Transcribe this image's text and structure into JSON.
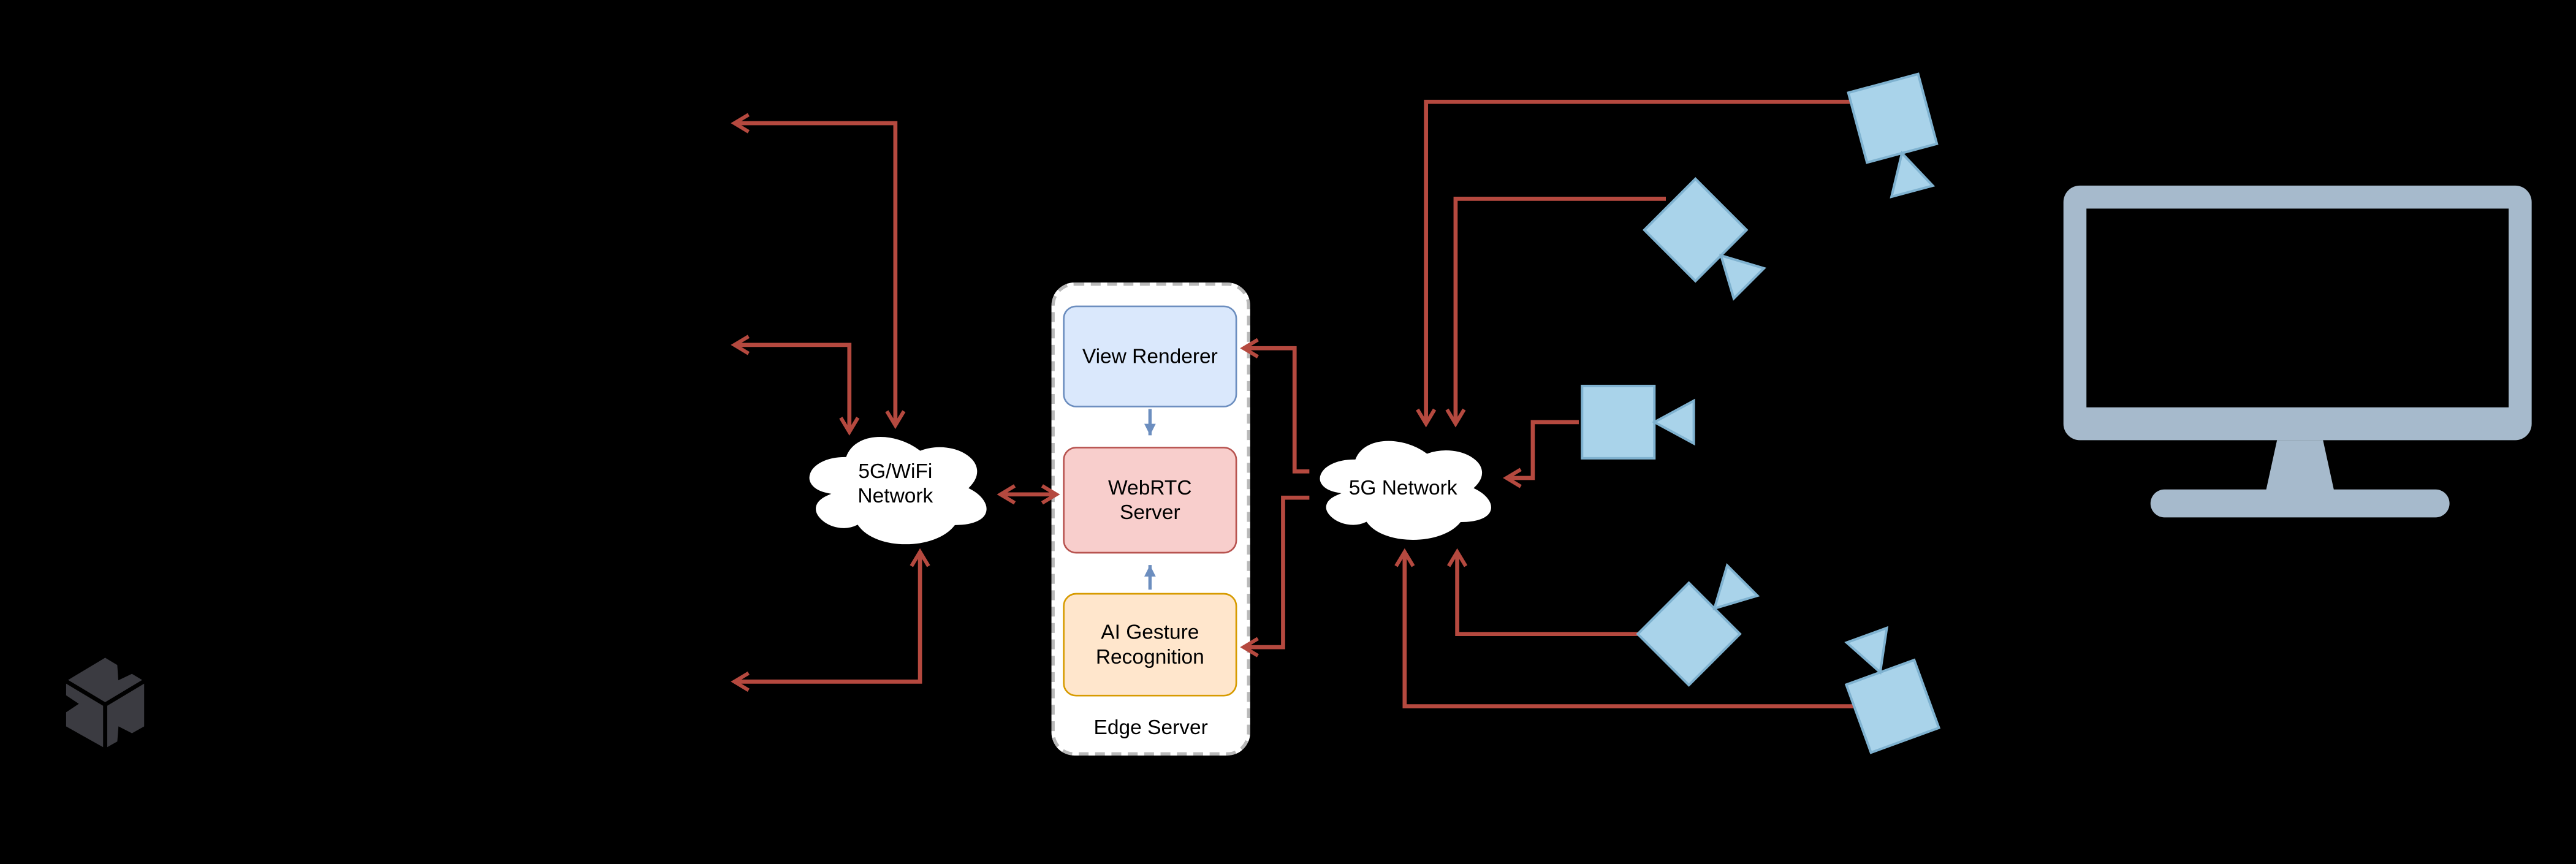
{
  "background": "#000000",
  "edge_server": {
    "label": "Edge Server",
    "components": [
      {
        "id": "view_renderer",
        "label": "View Renderer",
        "fill": "#dae8fc",
        "stroke": "#6c8ebf"
      },
      {
        "id": "webrtc_server",
        "label": "WebRTC Server",
        "fill": "#f8cecc",
        "stroke": "#b85450"
      },
      {
        "id": "ai_gesture_recognition",
        "label": "AI Gesture Recognition",
        "fill": "#ffe6cc",
        "stroke": "#d79b00"
      }
    ]
  },
  "clouds": [
    {
      "id": "wifi_cloud",
      "label": "5G/WiFi Network",
      "fill": "#ffffff"
    },
    {
      "id": "g5_cloud",
      "label": "5G Network",
      "fill": "#ffffff"
    }
  ],
  "icons": {
    "cameras": {
      "name": "video-camera-icon",
      "count": 5,
      "fill": "#a9d3ea"
    },
    "monitor": {
      "name": "tv-monitor-icon",
      "fill": "#a6bacc",
      "screen": "#000000"
    },
    "unity": {
      "name": "unity-logo-icon",
      "fill": "#3b3b41"
    }
  },
  "arrows": {
    "red_color": "#b5493f",
    "blue_color": "#6c8ebf",
    "connections": [
      {
        "from": "device-top-left",
        "to": "wifi-cloud",
        "bidirectional": true,
        "color": "red"
      },
      {
        "from": "device-mid-left",
        "to": "wifi-cloud",
        "bidirectional": true,
        "color": "red"
      },
      {
        "from": "device-bottom-left",
        "to": "wifi-cloud",
        "bidirectional": true,
        "color": "red"
      },
      {
        "from": "wifi-cloud",
        "to": "webrtc-server",
        "bidirectional": true,
        "color": "red"
      },
      {
        "from": "5g-cloud",
        "to": "view-renderer",
        "bidirectional": false,
        "color": "red"
      },
      {
        "from": "5g-cloud",
        "to": "ai-gesture-recognition",
        "bidirectional": false,
        "color": "red"
      },
      {
        "from": "camera-1",
        "to": "5g-cloud",
        "bidirectional": false,
        "color": "red"
      },
      {
        "from": "camera-2",
        "to": "5g-cloud",
        "bidirectional": false,
        "color": "red"
      },
      {
        "from": "camera-3",
        "to": "5g-cloud",
        "bidirectional": false,
        "color": "red"
      },
      {
        "from": "camera-4",
        "to": "5g-cloud",
        "bidirectional": false,
        "color": "red"
      },
      {
        "from": "camera-5",
        "to": "5g-cloud",
        "bidirectional": false,
        "color": "red"
      },
      {
        "from": "view-renderer",
        "to": "webrtc-server",
        "bidirectional": false,
        "color": "blue"
      },
      {
        "from": "ai-gesture-recognition",
        "to": "webrtc-server",
        "bidirectional": false,
        "color": "blue"
      }
    ]
  }
}
